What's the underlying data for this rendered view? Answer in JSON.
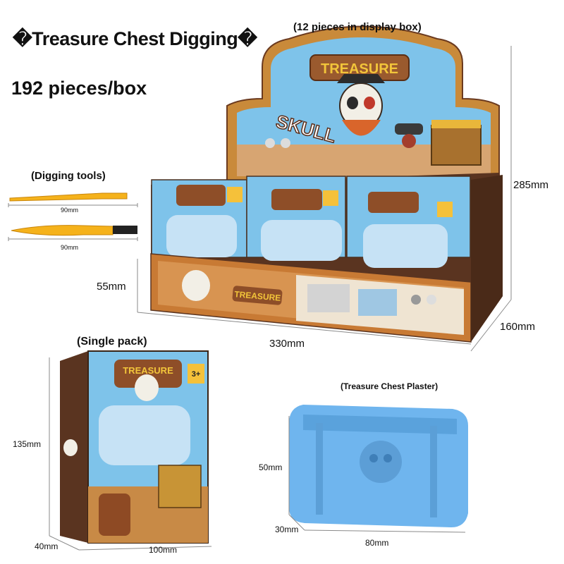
{
  "header": {
    "title": "�Treasure Chest Digging�",
    "quantity": "192 pieces/box"
  },
  "display_box": {
    "caption": "(12 pieces in display box)",
    "height": "285mm",
    "front_height": "55mm",
    "width": "330mm",
    "depth": "160mm",
    "sign_text": "TREASURE",
    "sign_sub": "SKULL",
    "front_text": "TREASURE"
  },
  "tools": {
    "caption": "(Digging tools)",
    "tool1_length": "90mm",
    "tool2_length": "90mm"
  },
  "single_pack": {
    "caption": "(Single pack)",
    "height": "135mm",
    "depth": "40mm",
    "width": "100mm",
    "logo": "TREASURE",
    "age": "3+"
  },
  "plaster": {
    "caption": "(Treasure Chest Plaster)",
    "height": "50mm",
    "depth": "30mm",
    "width": "80mm"
  },
  "colors": {
    "box_brown": "#8a4a2a",
    "sky_blue": "#7ec3ea",
    "plaster_blue": "#6fb5ee",
    "tool_yellow": "#f5b21b"
  }
}
